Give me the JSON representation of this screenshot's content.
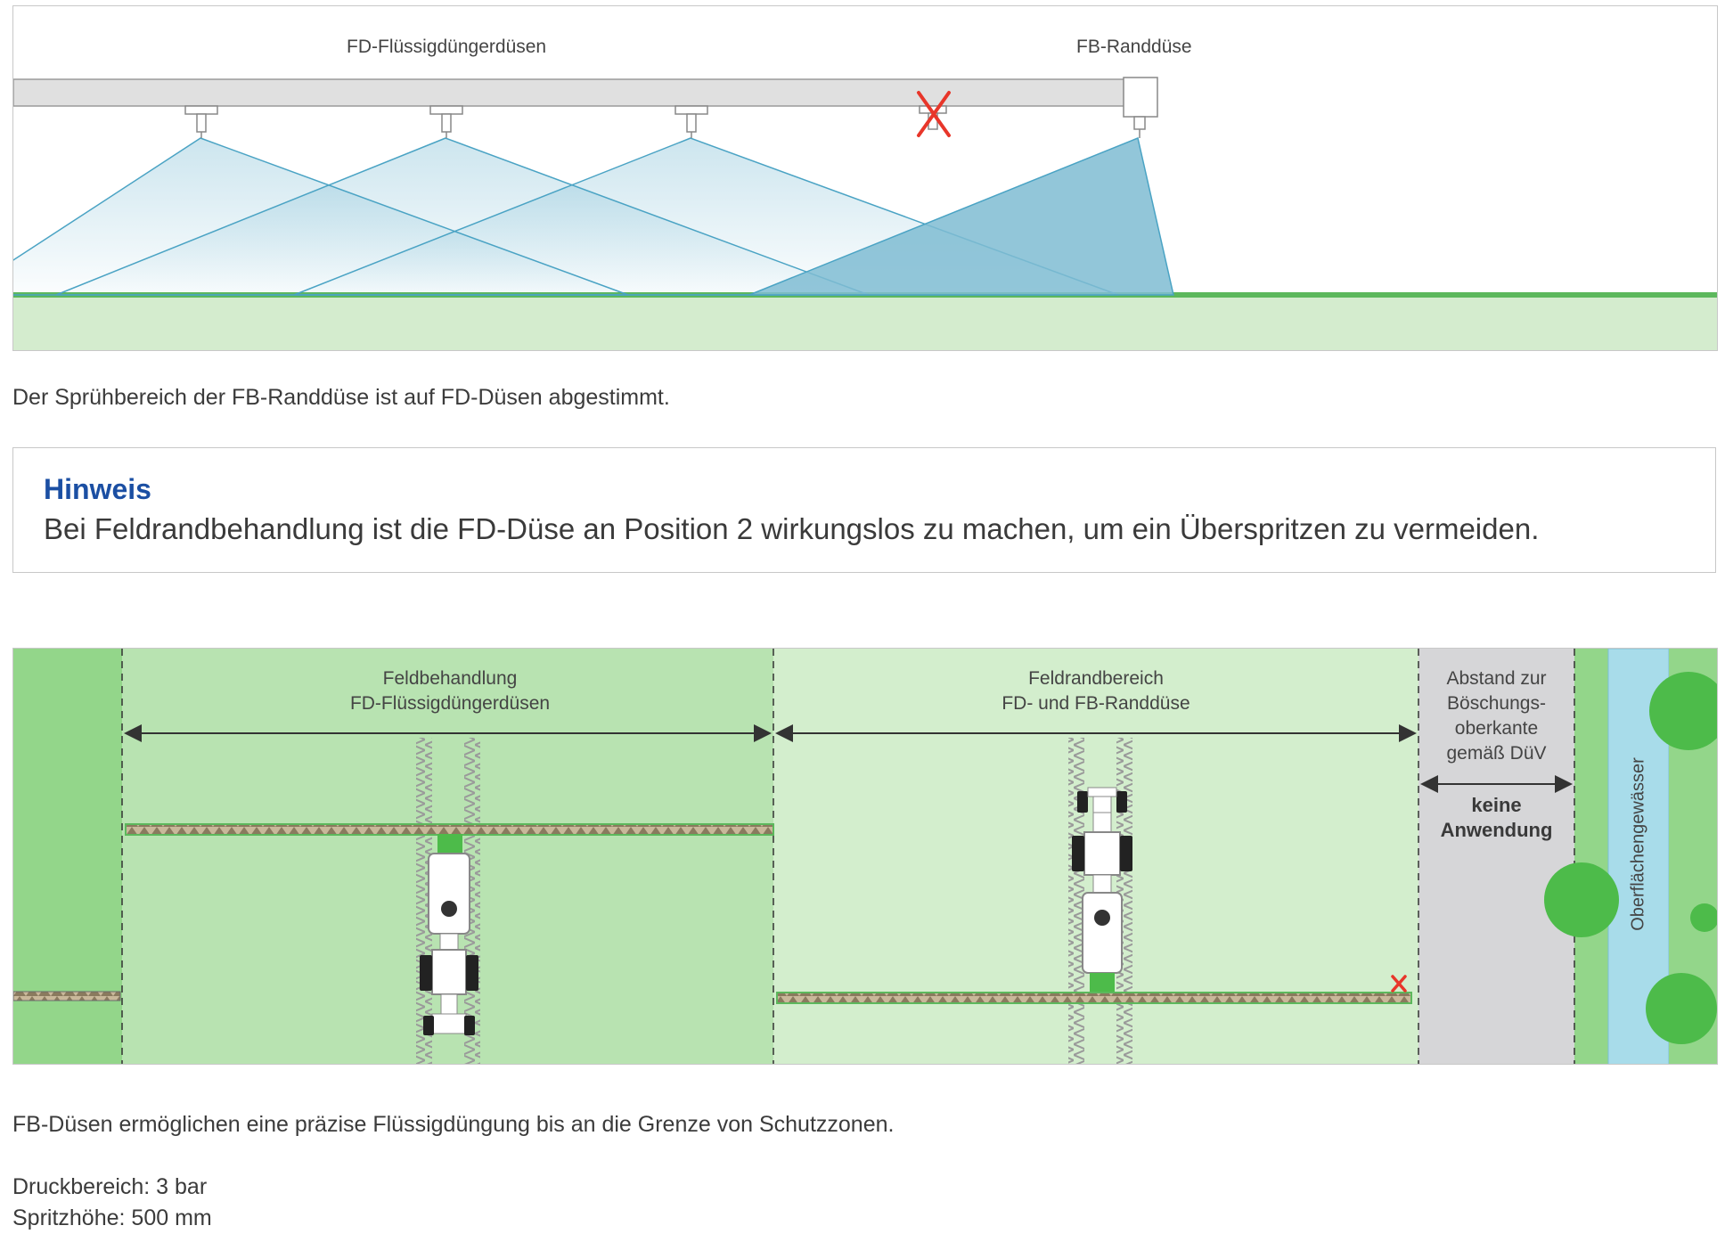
{
  "top_diagram": {
    "label_fd_nozzles": "FD-Flüssigdüngerdüsen",
    "label_fb_nozzle": "FB-Randdüse",
    "disabled_nozzle_marker": "x-mark-icon",
    "colors": {
      "boom": "#e0e0e0",
      "spray": "#4aa3c4",
      "spray_fb": "#7fbcd2",
      "ground_line": "#5cb85c",
      "ground_fill": "#d4ecce",
      "disabled_x": "#e8362a"
    }
  },
  "caption_1": "Der Sprühbereich der FB-Randdüse ist auf FD-Düsen abgestimmt.",
  "hint": {
    "title": "Hinweis",
    "text": "Bei Feldrandbehandlung ist die FD-Düse an Position 2 wirkungslos zu machen, um ein Überspritzen zu vermeiden.",
    "title_color": "#1b4fa3"
  },
  "field_diagram": {
    "zones": [
      {
        "name": "field-treatment",
        "lines": [
          "Feldbehandlung",
          "FD-Flüssigdüngerdüsen"
        ],
        "color": "#b8e3b1"
      },
      {
        "name": "field-edge",
        "lines": [
          "Feldrandbereich",
          "FD- und FB-Randdüse"
        ],
        "color": "#d3eecd"
      },
      {
        "name": "buffer-zone",
        "lines": [
          "Abstand zur",
          "Böschungs-",
          "oberkante",
          "gemäß DüV"
        ],
        "bold_lines": [
          "keine",
          "Anwendung"
        ],
        "color": "#d6d6d8"
      }
    ],
    "water_label": "Oberflächengewässer",
    "colors": {
      "outer_field": "#93d68a",
      "water": "#a8dcea",
      "tree": "#4dbb4a",
      "red_x": "#e8362a"
    }
  },
  "caption_2": "FB-Düsen ermöglichen eine präzise Flüssigdüngung bis an die Grenze von Schutzzonen.",
  "specs": [
    "Druckbereich: 3 bar",
    "Spritzhöhe: 500 mm"
  ]
}
